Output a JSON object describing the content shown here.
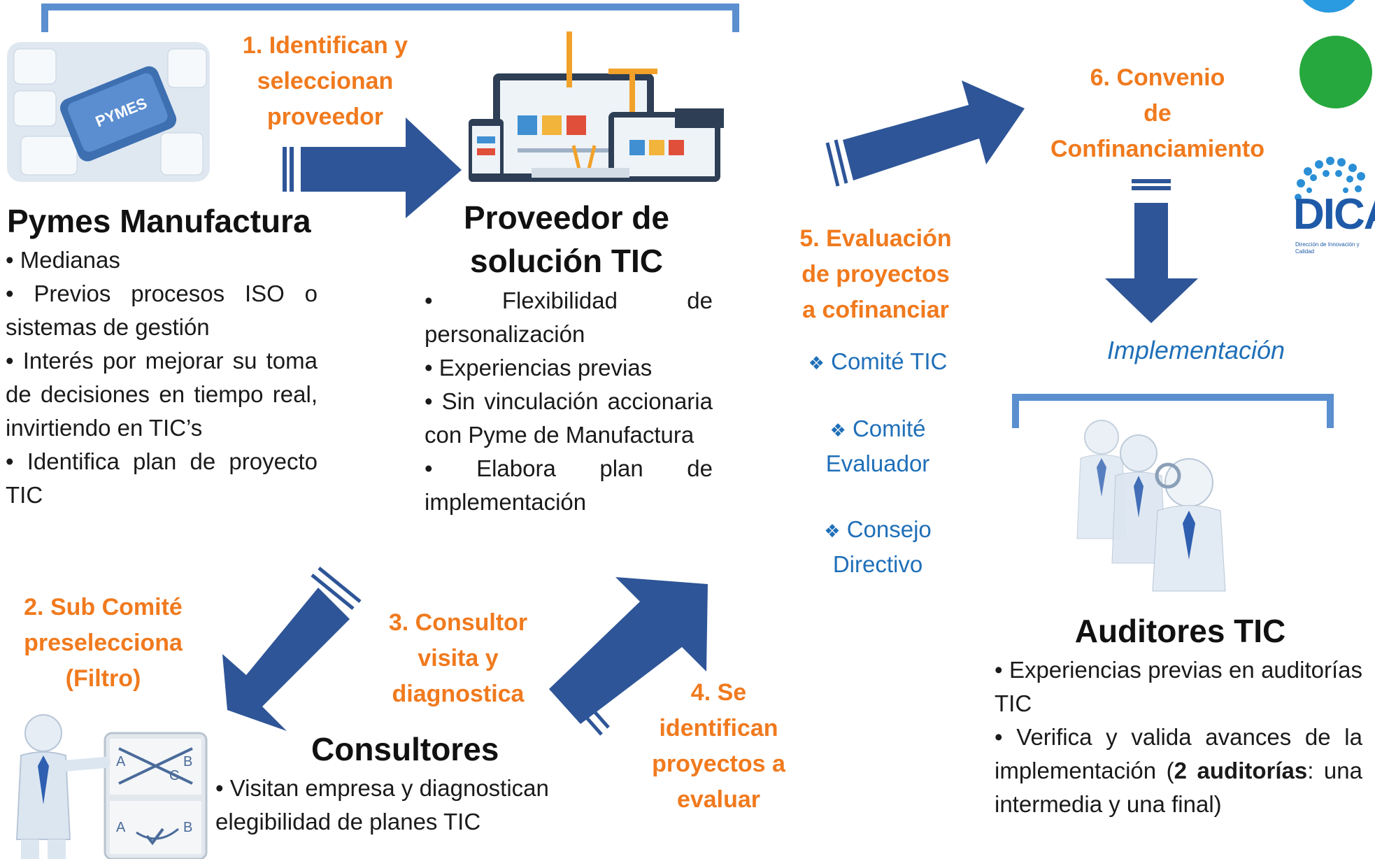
{
  "colors": {
    "arrow": "#2e5597",
    "bracket": "#5b8fcf",
    "step": "#f07a1e",
    "committee": "#1f6fb8"
  },
  "steps": {
    "s1": [
      "1. Identifican y",
      "seleccionan",
      "proveedor"
    ],
    "s2": [
      "2. Sub Comité",
      "preselecciona",
      "(Filtro)"
    ],
    "s3": [
      "3. Consultor",
      "visita y",
      "diagnostica"
    ],
    "s4": [
      "4. Se",
      "identifican",
      "proyectos a",
      "evaluar"
    ],
    "s5": [
      "5. Evaluación",
      "de proyectos",
      "a cofinanciar"
    ],
    "s6": [
      "6. Convenio",
      "de",
      "Confinanciamiento"
    ]
  },
  "pymes": {
    "title": "Pymes Manufactura",
    "key_label": "PYMES",
    "bullets": [
      "Medianas",
      "Previos procesos ISO o sistemas de gestión",
      "Interés por mejorar su toma de decisiones en tiempo real, invirtiendo en TIC’s",
      "Identifica plan de proyecto TIC"
    ]
  },
  "proveedor": {
    "title_lines": [
      "Proveedor de",
      "solución TIC"
    ],
    "bullets": [
      "Flexibilidad de personalización",
      "Experiencias previas",
      "Sin vinculación accionaria con Pyme de Manufactura",
      "Elabora plan de implementación"
    ]
  },
  "consultores": {
    "title": "Consultores",
    "bullet": "Visitan empresa y diagnostican elegibilidad de planes TIC",
    "board_letters": [
      "A",
      "B",
      "C",
      "A",
      "B"
    ]
  },
  "committees": [
    {
      "icon": "diamond-bullet-icon",
      "lines": [
        "Comité TIC"
      ]
    },
    {
      "icon": "diamond-bullet-icon",
      "lines": [
        "Comité",
        "Evaluador"
      ]
    },
    {
      "icon": "diamond-bullet-icon",
      "lines": [
        "Consejo",
        "Directivo"
      ]
    }
  ],
  "implementacion": "Implementación",
  "auditores": {
    "title": "Auditores TIC",
    "bullets": [
      {
        "text": "Experiencias previas en auditorías TIC"
      },
      {
        "pre": "Verifica y valida avances de la implementación (",
        "bold": "2 auditorías",
        "post": ": una intermedia y una final)"
      }
    ]
  },
  "logo": {
    "text": "DICA",
    "tagline": "Dirección de Innovación y Calidad"
  },
  "circles": [
    "#2a9be0",
    "#27a83e"
  ]
}
